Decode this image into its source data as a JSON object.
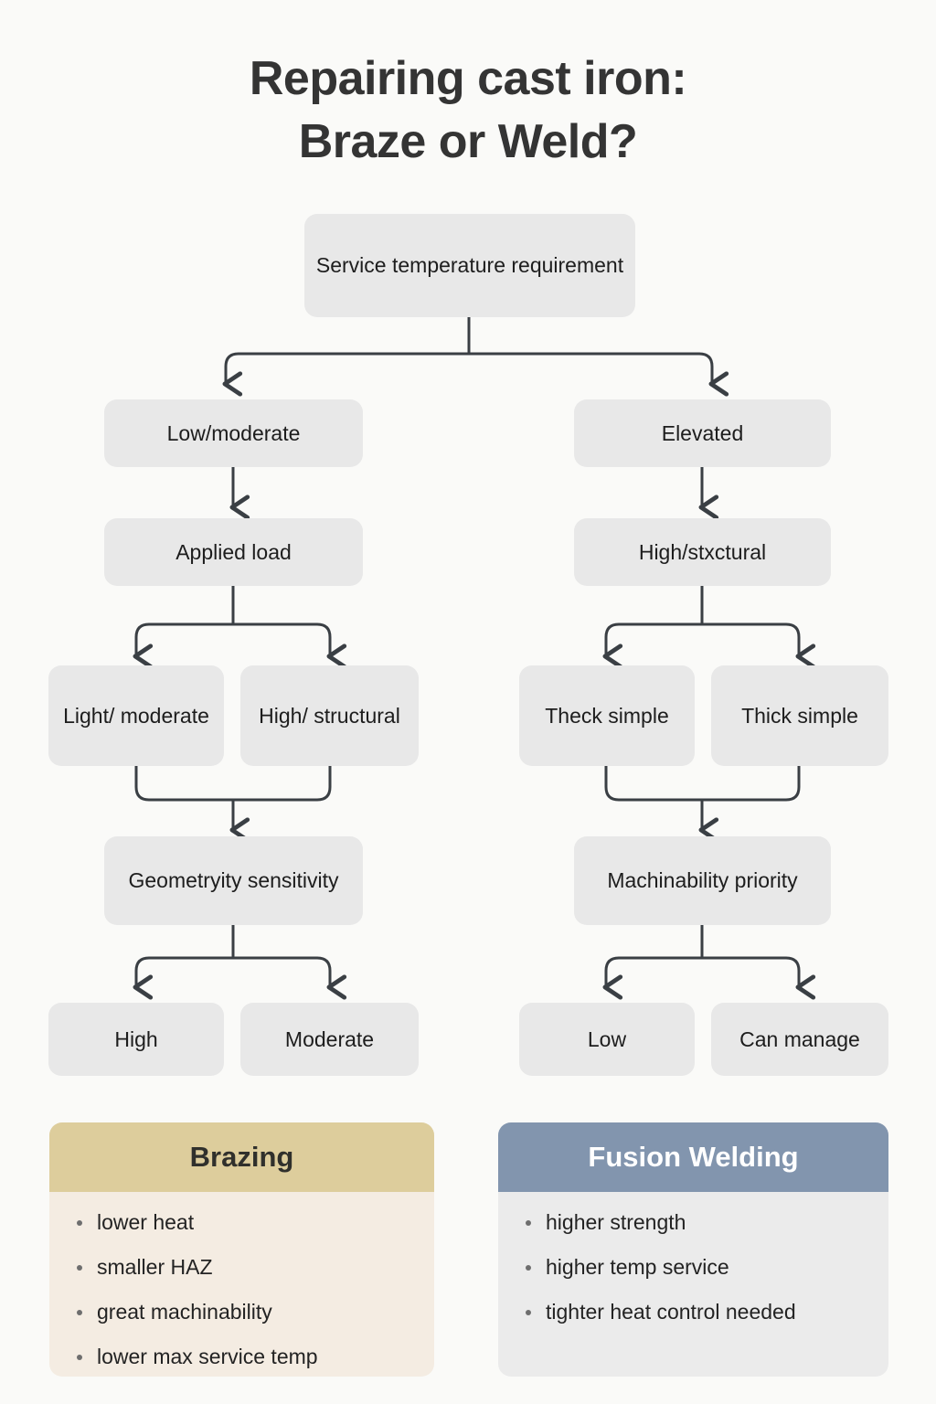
{
  "title": {
    "line1": "Repairing cast iron:",
    "line2": "Braze or Weld?"
  },
  "flowchart": {
    "type": "decision-tree",
    "root": {
      "label": "Service temperature requirement"
    },
    "branches": {
      "left": {
        "level1": {
          "label": "Low/moderate"
        },
        "level2": {
          "label": "Applied load"
        },
        "level3": [
          {
            "label": "Light/ moderate"
          },
          {
            "label": "High/ structural"
          }
        ],
        "level4": {
          "label": "Geometryity sensitivity"
        },
        "level5": [
          {
            "label": "High"
          },
          {
            "label": "Moderate"
          }
        ]
      },
      "right": {
        "level1": {
          "label": "Elevated"
        },
        "level2": {
          "label": "High/stxctural"
        },
        "level3": [
          {
            "label": "Theck simple"
          },
          {
            "label": "Thick simple"
          }
        ],
        "level4": {
          "label": "Machinability priority"
        },
        "level5": [
          {
            "label": "Low"
          },
          {
            "label": "Can manage"
          }
        ]
      }
    }
  },
  "cards": [
    {
      "title": "Brazing",
      "header_color": "#ddcd9c",
      "body_color": "#f4ece2",
      "bullets": [
        "lower heat",
        "smaller HAZ",
        "great machinability",
        "lower max service temp"
      ]
    },
    {
      "title": "Fusion Welding",
      "header_color": "#8295ae",
      "body_color": "#ebebeb",
      "bullets": [
        "higher strength",
        "higher temp service",
        "tighter heat control needed"
      ]
    }
  ],
  "colors": {
    "background": "#fafaf8",
    "node_fill": "#e8e8e8",
    "node_text": "#1d1d1d",
    "connector": "#3a3f44",
    "title_text": "#343434"
  }
}
